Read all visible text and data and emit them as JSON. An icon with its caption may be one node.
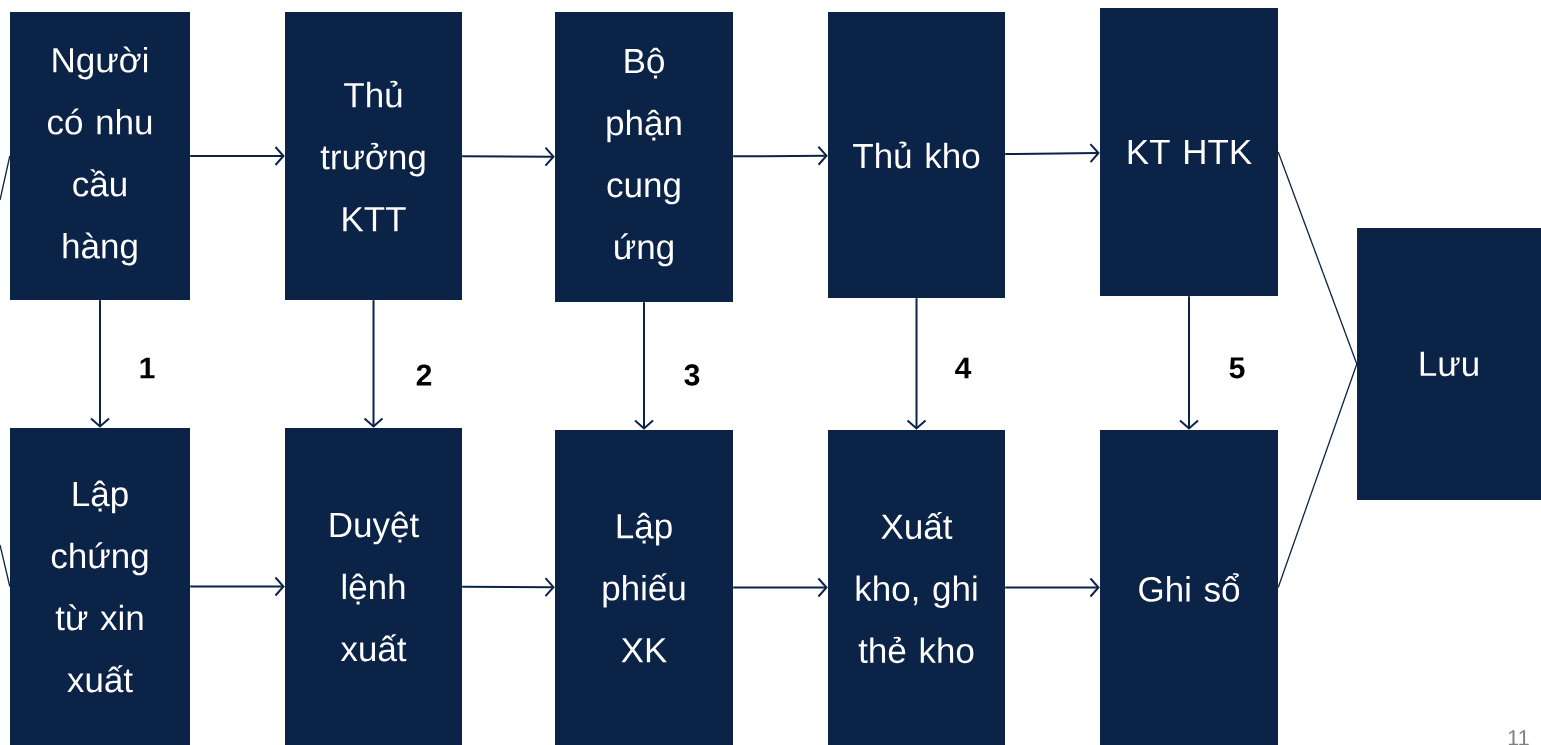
{
  "diagram": {
    "nodes": [
      {
        "text": [
          "Người có nhu cầu hàng"
        ]
      },
      {
        "text": [
          "Thủ trưởng KTT"
        ]
      },
      {
        "text": [
          "Bộ phận cung ứng"
        ]
      },
      {
        "text": [
          "Thủ kho"
        ]
      },
      {
        "text": [
          "KT HTK"
        ]
      },
      {
        "text": [
          "Lập chứng từ xin xuất"
        ]
      },
      {
        "text": [
          "Duyệt lệnh xuất"
        ]
      },
      {
        "text": [
          "Lập phiếu XK"
        ]
      },
      {
        "text": [
          "Xuất kho, ghi thẻ kho"
        ]
      },
      {
        "text": [
          "Ghi sổ"
        ]
      },
      {
        "text": [
          "Lưu"
        ]
      }
    ],
    "edges": [
      {
        "from": 0,
        "to": 1,
        "arrow": "to"
      },
      {
        "from": 1,
        "to": 2,
        "arrow": "to"
      },
      {
        "from": 2,
        "to": 3,
        "arrow": "to"
      },
      {
        "from": 3,
        "to": 4,
        "arrow": "to"
      },
      {
        "from": 0,
        "to": 5,
        "label": "1",
        "arrow": "to"
      },
      {
        "from": 1,
        "to": 6,
        "label": "2",
        "arrow": "to"
      },
      {
        "from": 2,
        "to": 7,
        "label": "3",
        "arrow": "to"
      },
      {
        "from": 3,
        "to": 8,
        "label": "4",
        "arrow": "to"
      },
      {
        "from": 4,
        "to": 9,
        "label": "5",
        "arrow": "to"
      },
      {
        "from": 5,
        "to": 6,
        "arrow": "to"
      },
      {
        "from": 6,
        "to": 7,
        "arrow": "to"
      },
      {
        "from": 7,
        "to": 8,
        "arrow": "to"
      },
      {
        "from": 8,
        "to": 9,
        "arrow": "to"
      },
      {
        "from": 4,
        "to": 10,
        "arrow": "none"
      },
      {
        "from": 9,
        "to": 10,
        "arrow": "none"
      },
      {
        "from": null,
        "to": 0,
        "arrow": "none"
      },
      {
        "from": null,
        "to": 5,
        "arrow": "none"
      }
    ],
    "labels": [
      "11"
    ]
  }
}
